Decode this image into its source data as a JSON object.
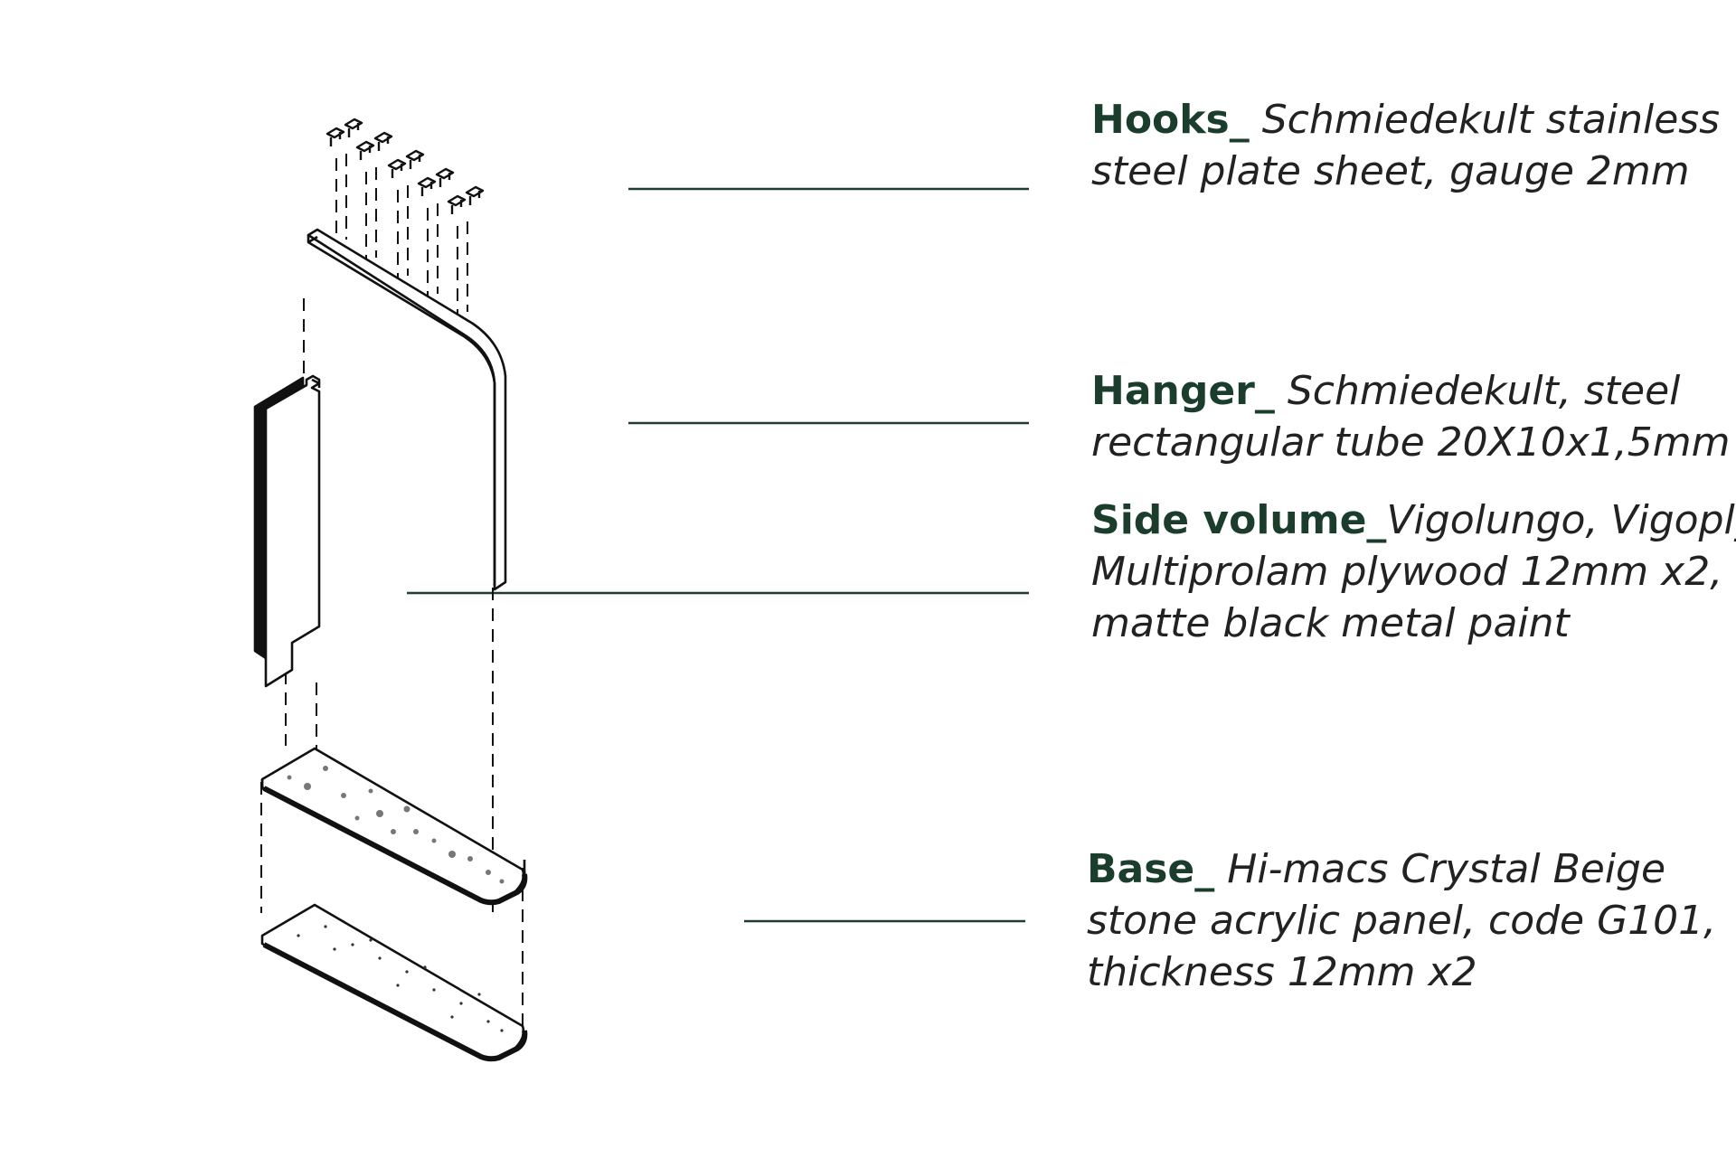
{
  "labels": {
    "hooks": {
      "head": "Hooks_",
      "line1": " Schmiedekult stainless",
      "line2": "steel plate sheet, gauge 2mm"
    },
    "hanger": {
      "head": "Hanger_",
      "line1": " Schmiedekult, steel",
      "line2": "rectangular tube 20X10x1,5mm"
    },
    "side_volume": {
      "head": "Side volume_",
      "line1": "Vigolungo, Vigoply",
      "line2": "Multiprolam plywood 12mm x2,",
      "line3": "matte black metal paint"
    },
    "base": {
      "head": "Base_",
      "line1": " Hi-macs Crystal Beige",
      "line2": "stone acrylic panel, code G101,",
      "line3": "thickness 12mm x2"
    }
  },
  "colors": {
    "heading": "#1a3d2c",
    "leader_line": "#1f3d2e",
    "drawing": "#111111"
  }
}
